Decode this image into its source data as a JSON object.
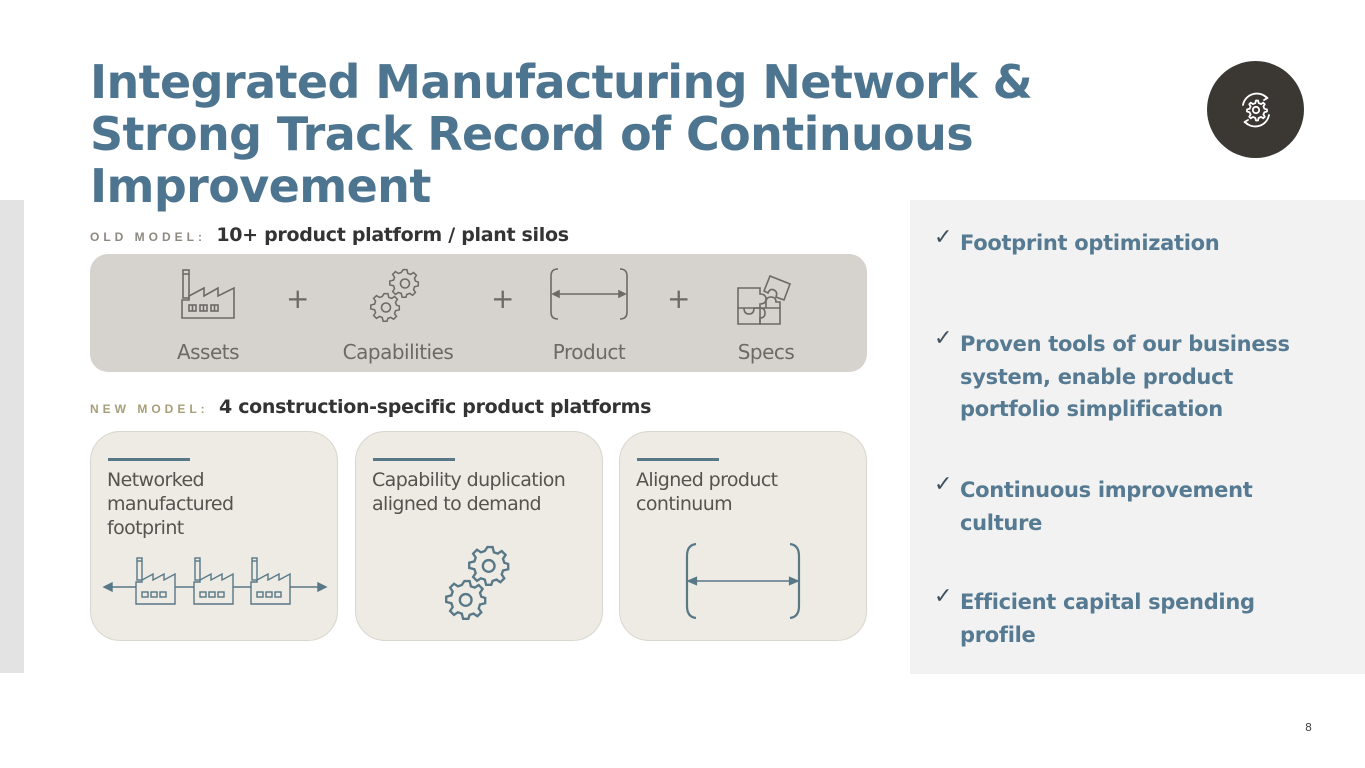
{
  "header": {
    "title": "Integrated Manufacturing Network & Strong Track Record of Continuous Improvement",
    "badge_icon": "gear-cycle-icon"
  },
  "old_model": {
    "tag": "OLD MODEL:",
    "heading": "10+ product platform / plant silos",
    "items": [
      {
        "label": "Assets",
        "icon": "factory-icon"
      },
      {
        "label": "Capabilities",
        "icon": "gears-icon"
      },
      {
        "label": "Product",
        "icon": "bracket-range-icon"
      },
      {
        "label": "Specs",
        "icon": "puzzle-icon"
      }
    ],
    "separator": "+"
  },
  "new_model": {
    "tag": "NEW MODEL:",
    "heading": "4 construction-specific product platforms",
    "cards": [
      {
        "text": "Networked manufactured footprint",
        "icon": "factory-network-icon"
      },
      {
        "text": "Capability duplication aligned to demand",
        "icon": "gears-icon"
      },
      {
        "text": "Aligned product continuum",
        "icon": "bracket-range-icon"
      }
    ]
  },
  "benefits": {
    "check_glyph": "✓",
    "items": [
      "Footprint optimization",
      "Proven tools of our business system, enable product portfolio simplification",
      "Continuous improvement culture",
      "Efficient capital spending profile"
    ]
  },
  "colors": {
    "title": "#4e7590",
    "badge": "#3b3834",
    "old_box": "#d6d3cf",
    "card": "#edebe3",
    "accent": "#587888",
    "panel": "#f2f2f2"
  },
  "footer": {
    "page_number": "8"
  }
}
